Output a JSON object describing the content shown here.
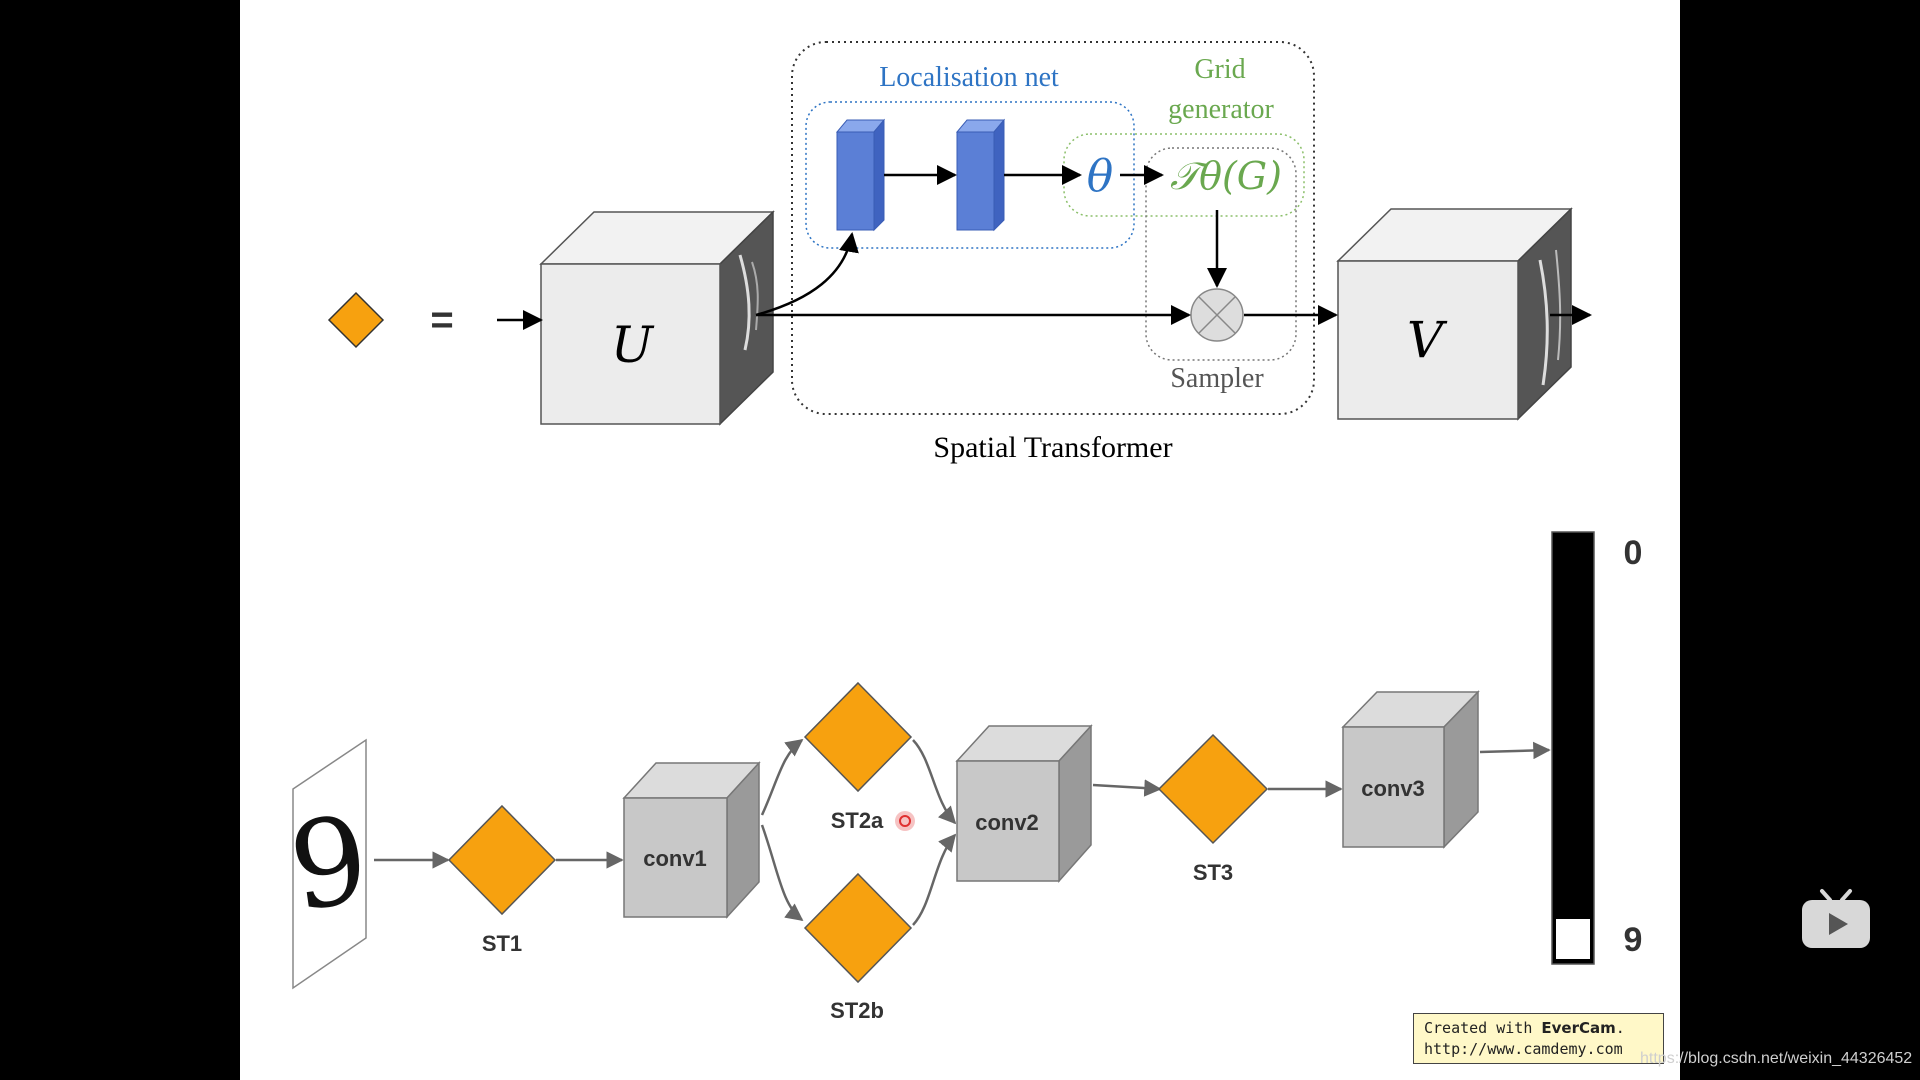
{
  "top_diagram": {
    "localisation_net": "Localisation net",
    "grid_generator_line1": "Grid",
    "grid_generator_line2": "generator",
    "theta": "θ",
    "transform": "𝒯θ(G)",
    "sampler": "Sampler",
    "input_label": "U",
    "output_label": "V",
    "caption": "Spatial Transformer",
    "equals": "="
  },
  "bottom_diagram": {
    "conv1": "conv1",
    "conv2": "conv2",
    "conv3": "conv3",
    "st1": "ST1",
    "st2a": "ST2a",
    "st2b": "ST2b",
    "st3": "ST3",
    "digit": "9",
    "output_top": "0",
    "output_bottom": "9"
  },
  "watermark": {
    "line1_prefix": "Created with ",
    "line1_brand": "EverCam",
    "line1_suffix": ".",
    "line2": "http://www.camdemy.com"
  },
  "csdn_url": "https://blog.csdn.net/weixin_44326452",
  "colors": {
    "orange": "#f7a10f",
    "blue_net": "#5b7fd6",
    "blue_text": "#2e74c4",
    "green_text": "#6aa84f",
    "box_gray": "#c8c8c8"
  },
  "icons": {
    "play": "bilibili-tv-play-icon"
  }
}
